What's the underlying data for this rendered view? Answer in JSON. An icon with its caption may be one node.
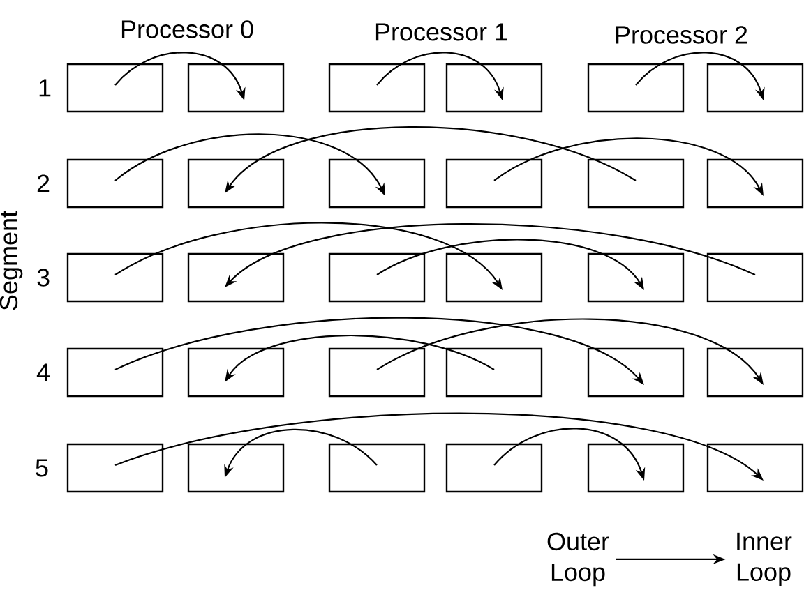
{
  "diagram": {
    "nodes": [
      {
        "text": [],
        "shape": "box"
      },
      {
        "text": [],
        "shape": "box"
      },
      {
        "text": [],
        "shape": "box"
      },
      {
        "text": [],
        "shape": "box"
      },
      {
        "text": [],
        "shape": "box"
      },
      {
        "text": [],
        "shape": "box"
      },
      {
        "text": [],
        "shape": "box"
      },
      {
        "text": [],
        "shape": "box"
      },
      {
        "text": [],
        "shape": "box"
      },
      {
        "text": [],
        "shape": "box"
      },
      {
        "text": [],
        "shape": "box"
      },
      {
        "text": [],
        "shape": "box"
      },
      {
        "text": [],
        "shape": "box"
      },
      {
        "text": [],
        "shape": "box"
      },
      {
        "text": [],
        "shape": "box"
      },
      {
        "text": [],
        "shape": "box"
      },
      {
        "text": [],
        "shape": "box"
      },
      {
        "text": [],
        "shape": "box"
      },
      {
        "text": [],
        "shape": "box"
      },
      {
        "text": [],
        "shape": "box"
      },
      {
        "text": [],
        "shape": "box"
      },
      {
        "text": [],
        "shape": "box"
      },
      {
        "text": [],
        "shape": "box"
      },
      {
        "text": [],
        "shape": "box"
      },
      {
        "text": [],
        "shape": "box"
      },
      {
        "text": [],
        "shape": "box"
      },
      {
        "text": [],
        "shape": "box"
      },
      {
        "text": [],
        "shape": "box"
      },
      {
        "text": [],
        "shape": "box"
      },
      {
        "text": [],
        "shape": "box"
      },
      {
        "text": [
          "Outer Loop"
        ]
      },
      {
        "text": [
          "Inner Loop"
        ]
      }
    ],
    "edges": [
      {
        "from": 0,
        "to": 1,
        "arrow": "to"
      },
      {
        "from": 2,
        "to": 3,
        "arrow": "to"
      },
      {
        "from": 4,
        "to": 5,
        "arrow": "to"
      },
      {
        "from": 6,
        "to": 8,
        "arrow": "to"
      },
      {
        "from": 10,
        "to": 7,
        "arrow": "to"
      },
      {
        "from": 9,
        "to": 11,
        "arrow": "to"
      },
      {
        "from": 12,
        "to": 15,
        "arrow": "to"
      },
      {
        "from": 17,
        "to": 13,
        "arrow": "to"
      },
      {
        "from": 14,
        "to": 16,
        "arrow": "to"
      },
      {
        "from": 18,
        "to": 22,
        "arrow": "to"
      },
      {
        "from": 21,
        "to": 19,
        "arrow": "to"
      },
      {
        "from": 20,
        "to": 23,
        "arrow": "to"
      },
      {
        "from": 24,
        "to": 29,
        "arrow": "to"
      },
      {
        "from": 26,
        "to": 25,
        "arrow": "to"
      },
      {
        "from": 27,
        "to": 28,
        "arrow": "to"
      },
      {
        "from": 30,
        "to": 31,
        "arrow": "to"
      }
    ],
    "labels": [
      "Processor 0",
      "Processor 1",
      "Processor 2",
      "1",
      "2",
      "3",
      "4",
      "5",
      "Segment"
    ]
  }
}
